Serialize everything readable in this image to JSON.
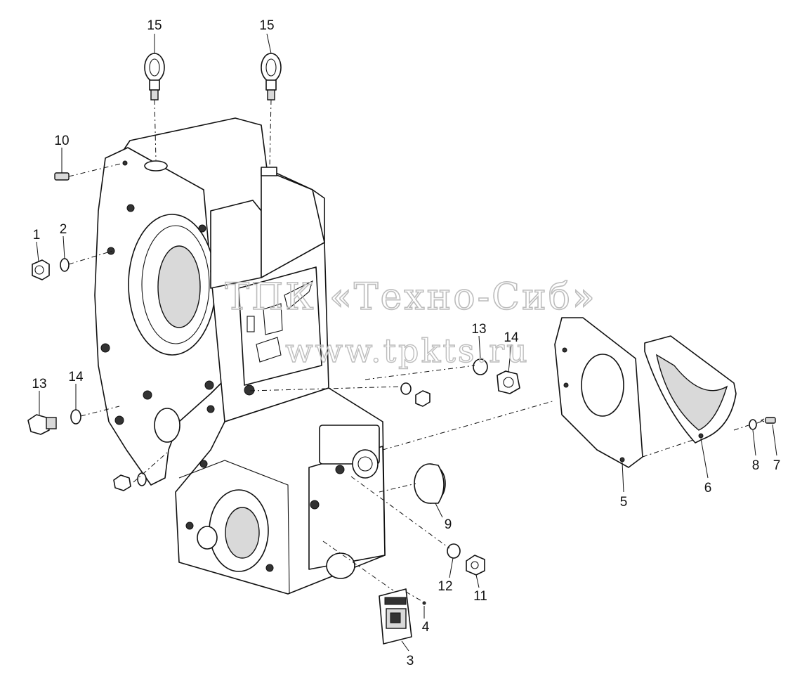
{
  "watermark": {
    "line1": "ТПК «Техно-Сиб»",
    "line2": "www.tpkts.ru"
  },
  "callouts": {
    "c1": "1",
    "c2": "2",
    "c3": "3",
    "c4": "4",
    "c5": "5",
    "c6": "6",
    "c7": "7",
    "c8": "8",
    "c9": "9",
    "c10": "10",
    "c11": "11",
    "c12": "12",
    "c13a": "13",
    "c13b": "13",
    "c14a": "14",
    "c14b": "14",
    "c15a": "15",
    "c15b": "15"
  }
}
